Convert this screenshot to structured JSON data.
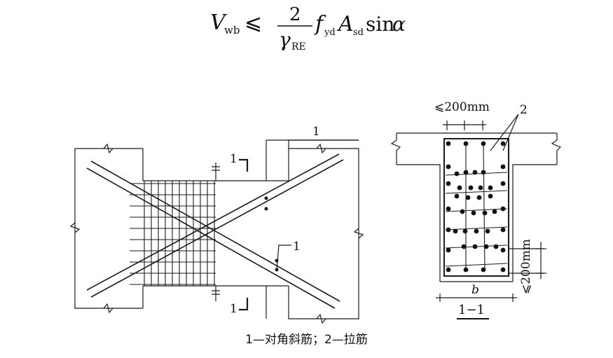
{
  "formula": {
    "lhs_symbol": "V",
    "lhs_sub": "wb",
    "relation": "⩽",
    "numerator": "2",
    "denominator_symbol": "γ",
    "denominator_sub": "RE",
    "f_symbol": "f",
    "f_sub": "yd",
    "a_symbol": "A",
    "a_sub": "sd",
    "sin_text": "sin",
    "angle_symbol": "α"
  },
  "elevation": {
    "callout_top": "1",
    "callout_mid": "1",
    "section_top_label": "1",
    "section_bottom_label": "1"
  },
  "section": {
    "spacing_top": "⩽200mm",
    "tie_callout": "2",
    "spacing_side": "⩽200mm",
    "width_label": "b",
    "title": "1−1"
  },
  "caption": "1—对角斜筋；2—拉筋"
}
